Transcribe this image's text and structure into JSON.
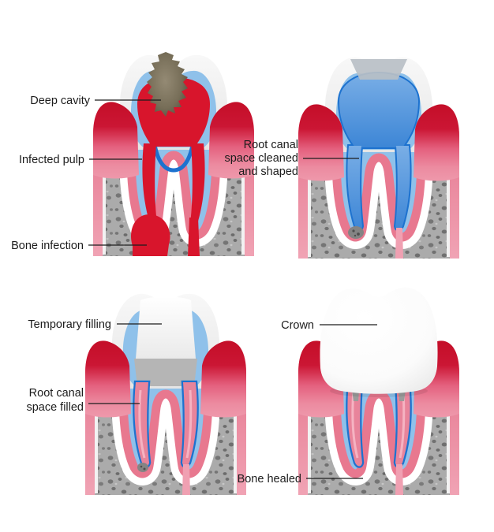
{
  "illustration": {
    "labels": {
      "deep_cavity": "Deep cavity",
      "infected_pulp": "Infected pulp",
      "bone_infection": "Bone infection",
      "root_canal_cleaned": [
        "Root canal",
        "space cleaned",
        "and shaped"
      ],
      "temporary_filling": "Temporary filling",
      "root_canal_filled": [
        "Root canal",
        "space filled"
      ],
      "crown": "Crown",
      "bone_healed": "Bone healed"
    },
    "colors": {
      "label_text": "#1c1c1c",
      "leader_line": "#1c1c1c",
      "enamel_white": "#f3f3f3",
      "dentin_blue": "#8fc1ea",
      "canal_outline_blue": "#1d72cf",
      "infection_red": "#d8152c",
      "gum_crimson": "#c40e28",
      "gum_pink": "#ee96a9",
      "root_rim_pink": "#e8788f",
      "bone_gray": "#ababab",
      "gutta_percha_pink": "#e8849b",
      "filling_gray": "#b5b5b5",
      "access_filling_gray": "#b9bfc6",
      "cavity_brown": "#5c5443",
      "crown_white": "#fdfdfd",
      "ligament_white": "#ffffff"
    }
  }
}
